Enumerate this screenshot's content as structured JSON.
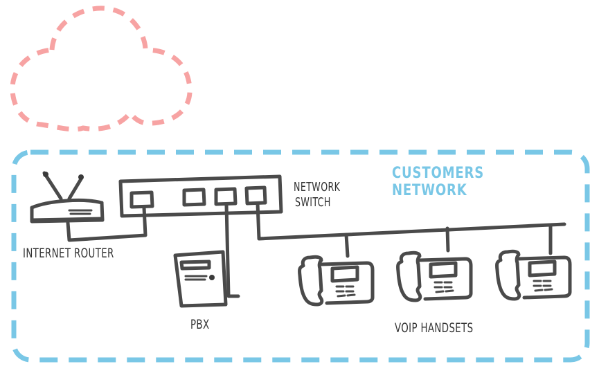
{
  "diagram": {
    "cloud": {
      "color": "#f7a3a3"
    },
    "network_boundary": {
      "label": "CUSTOMERS NETWORK",
      "color": "#79c7e6"
    },
    "nodes": {
      "router": {
        "label": "INTERNET ROUTER"
      },
      "switch": {
        "label_line1": "NETWORK",
        "label_line2": "SWITCH"
      },
      "pbx": {
        "label": "PBX"
      },
      "handsets": {
        "label": "VOIP HANDSETS",
        "count": 3
      }
    }
  }
}
